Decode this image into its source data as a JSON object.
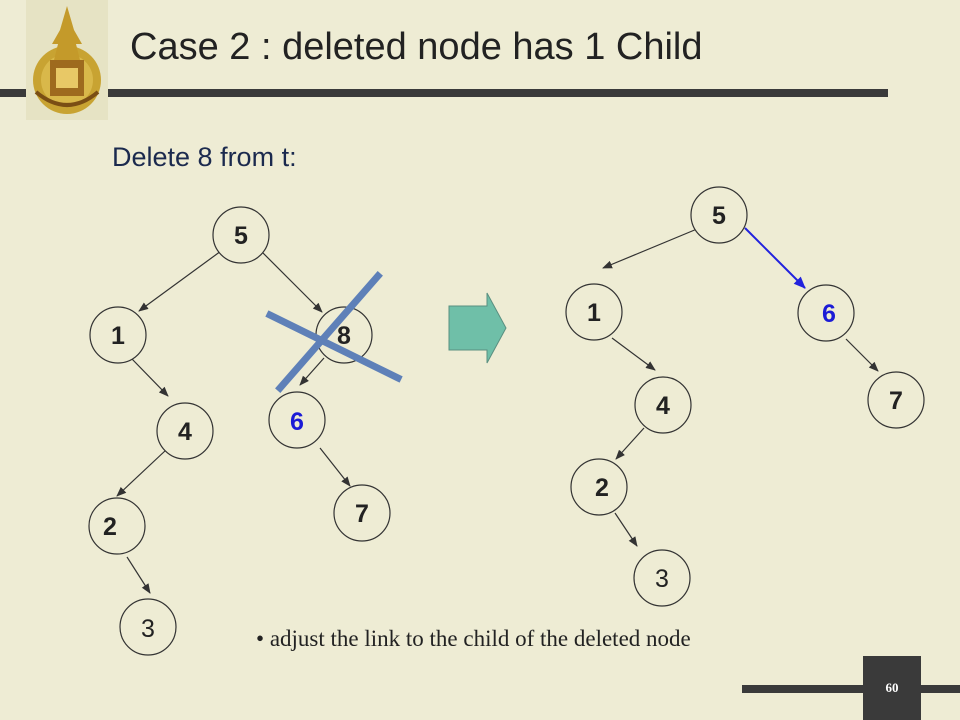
{
  "slide": {
    "title": "Case 2 : deleted node has 1 Child",
    "subtitle": "Delete 8 from t:",
    "bullet": "adjust the link to the child of the deleted node",
    "page_number": "60"
  },
  "colors": {
    "background": "#eeecd4",
    "node_fill": "#eeecd4",
    "highlight_label": "#1b1bd6",
    "new_link": "#2222dd",
    "cross": "#5e80b8",
    "arrow_fill": "#6fbfa8",
    "bars": "#3a3a3a"
  },
  "before_tree": {
    "nodes": [
      {
        "label": "5",
        "highlight": false,
        "plain": false
      },
      {
        "label": "1",
        "highlight": false,
        "plain": false
      },
      {
        "label": "8",
        "highlight": false,
        "plain": false
      },
      {
        "label": "4",
        "highlight": false,
        "plain": false
      },
      {
        "label": "6",
        "highlight": true,
        "plain": false
      },
      {
        "label": "2",
        "highlight": false,
        "plain": false
      },
      {
        "label": "7",
        "highlight": false,
        "plain": false
      },
      {
        "label": "3",
        "highlight": false,
        "plain": true
      }
    ],
    "deleted": "8"
  },
  "after_tree": {
    "nodes": [
      {
        "label": "5",
        "highlight": false,
        "plain": false
      },
      {
        "label": "1",
        "highlight": false,
        "plain": false
      },
      {
        "label": "6",
        "highlight": true,
        "plain": false
      },
      {
        "label": "4",
        "highlight": false,
        "plain": false
      },
      {
        "label": "7",
        "highlight": false,
        "plain": false
      },
      {
        "label": "2",
        "highlight": false,
        "plain": false
      },
      {
        "label": "3",
        "highlight": false,
        "plain": true
      }
    ],
    "adjusted_link": [
      "5",
      "6"
    ]
  }
}
